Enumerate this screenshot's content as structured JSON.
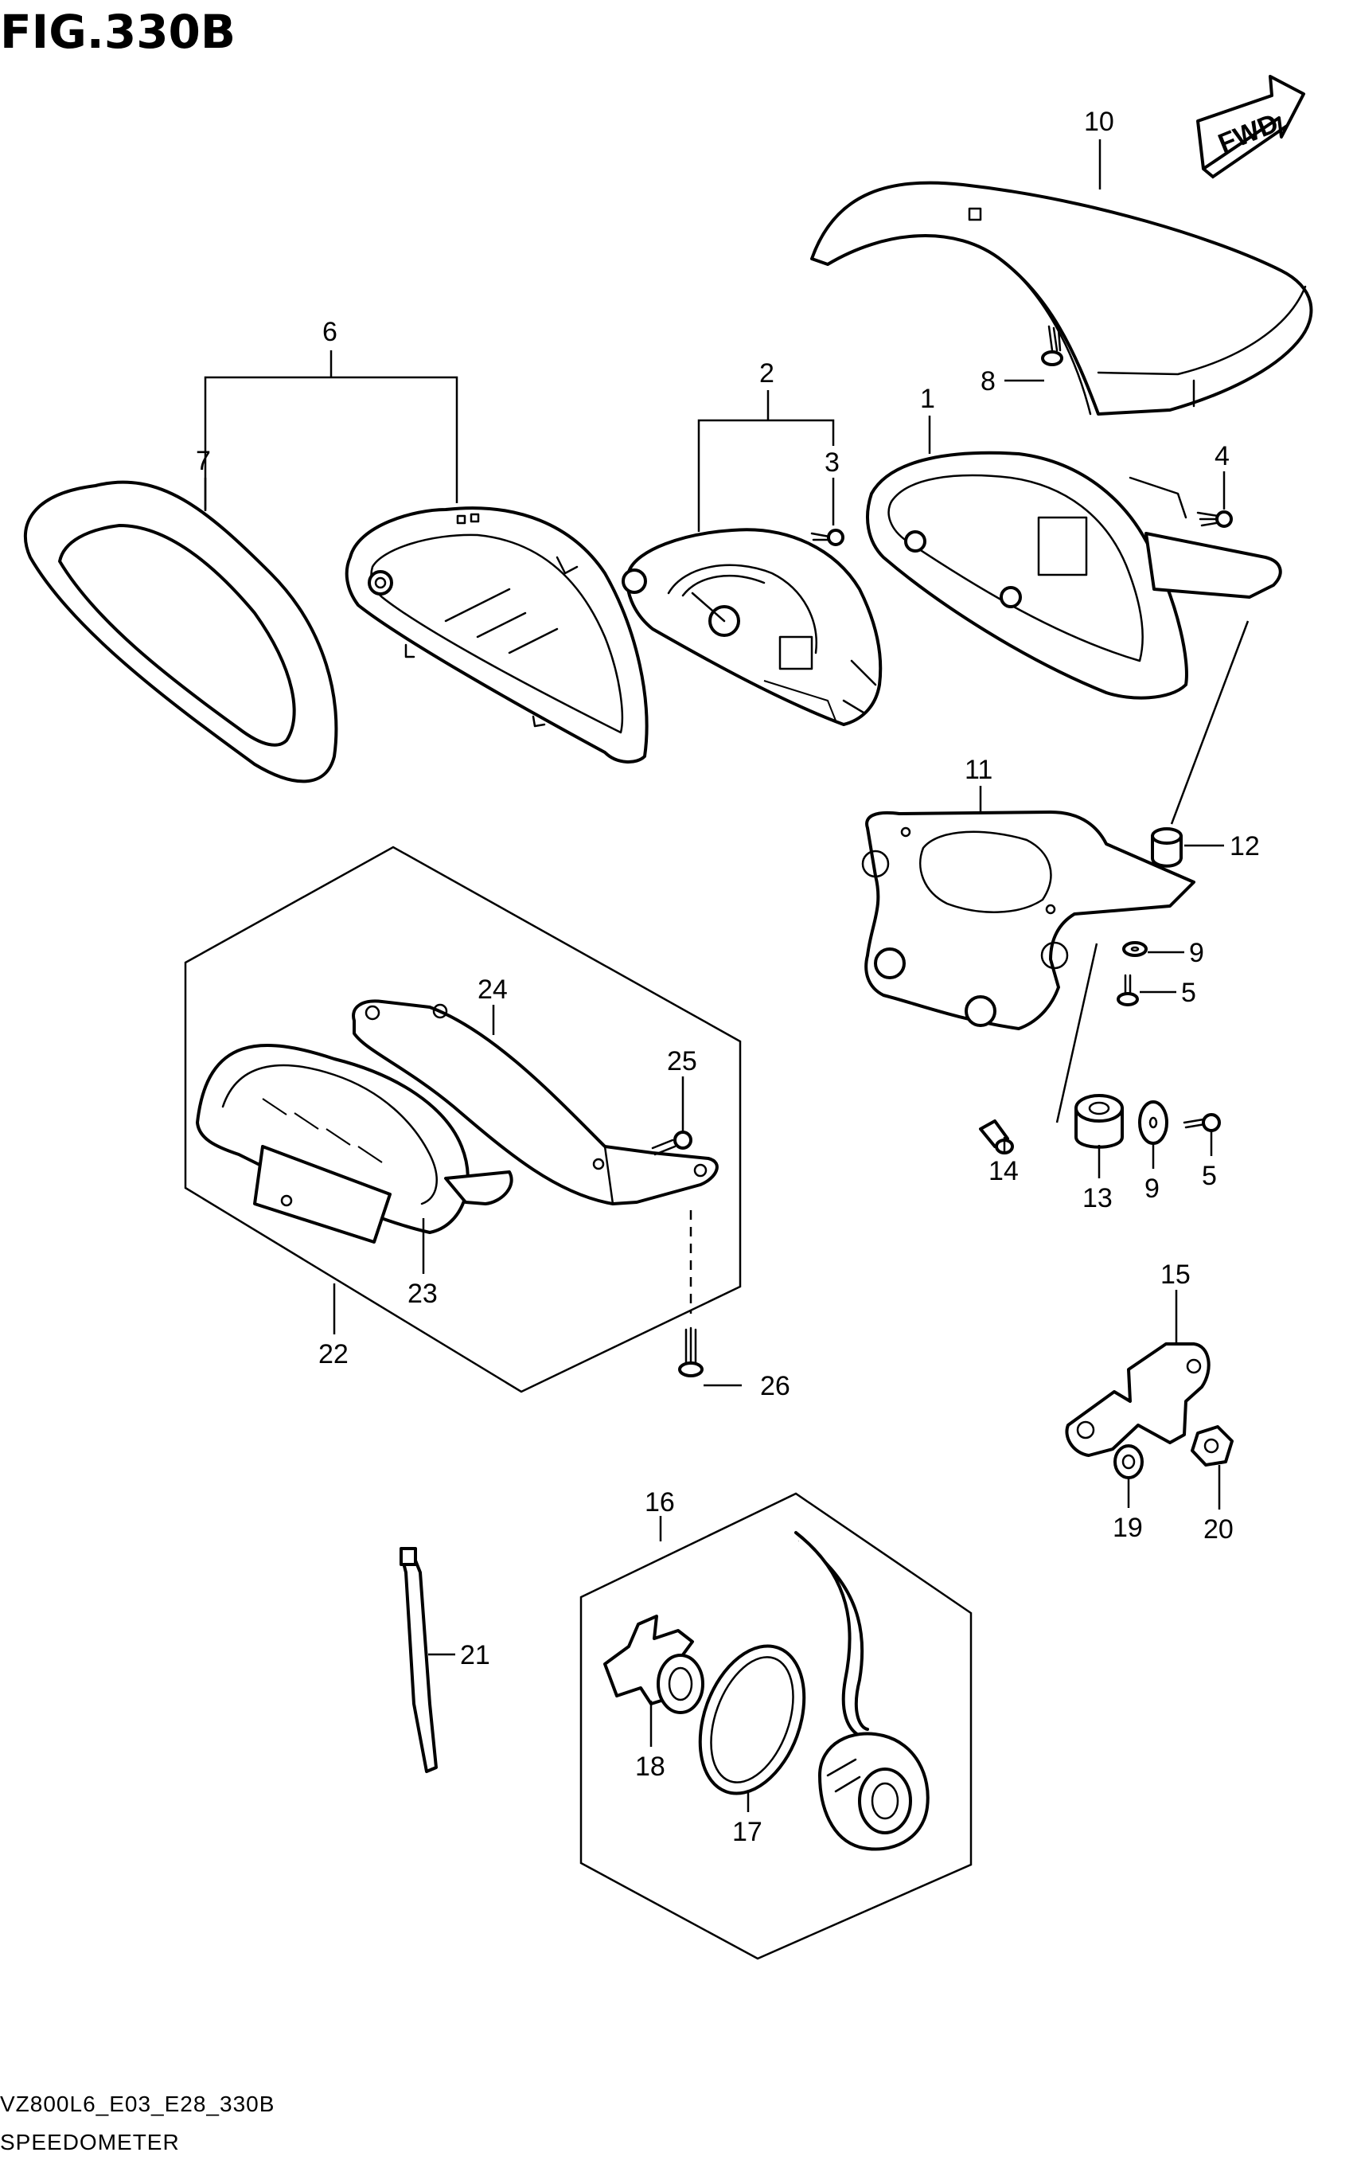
{
  "figure": {
    "title": "FIG.330B"
  },
  "direction_badge": "FWD",
  "footer": {
    "model_code": "VZ800L6_E03_E28_330B",
    "section_name": "SPEEDOMETER"
  },
  "callouts": {
    "c1": "1",
    "c2": "2",
    "c3": "3",
    "c4": "4",
    "c5a": "5",
    "c5b": "5",
    "c6": "6",
    "c7": "7",
    "c8": "8",
    "c9a": "9",
    "c9b": "9",
    "c10": "10",
    "c11": "11",
    "c12": "12",
    "c13": "13",
    "c14": "14",
    "c15": "15",
    "c16": "16",
    "c17": "17",
    "c18": "18",
    "c19": "19",
    "c20": "20",
    "c21": "21",
    "c22": "22",
    "c23": "23",
    "c24": "24",
    "c25": "25",
    "c26": "26"
  }
}
